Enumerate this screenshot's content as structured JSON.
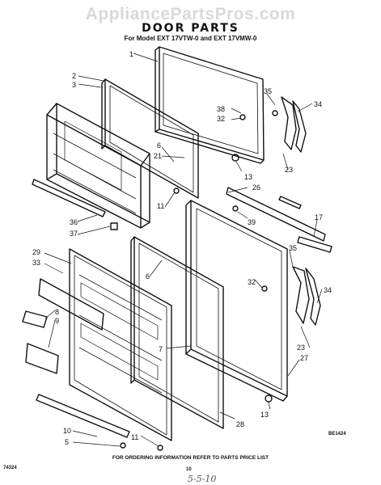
{
  "watermark": "AppliancePartsPros.com",
  "title": "DOOR PARTS",
  "subtitle": "For Model EXT 17VTW-0 and EXT 17VMW-0",
  "footer": "FOR ORDERING INFORMATION REFER TO PARTS PRICE LIST",
  "page_number": "10",
  "code_left": "74324",
  "code_right": "BE1424",
  "handwritten_note": "5-5-10",
  "callouts": {
    "c1": "1",
    "c2": "2",
    "c3": "3",
    "c35a": "35",
    "c34a": "34",
    "c38": "38",
    "c32a": "32",
    "c6a": "6",
    "c21": "21",
    "c23a": "23",
    "c13a": "13",
    "c11a": "11",
    "c26": "26",
    "c39": "39",
    "c17": "17",
    "c36": "36",
    "c37": "37",
    "c29": "29",
    "c33": "33",
    "c35b": "35",
    "c6b": "6",
    "c32b": "32",
    "c34b": "34",
    "c8": "8",
    "c9": "9",
    "c23b": "23",
    "c27": "27",
    "c7": "7",
    "c13b": "13",
    "c28": "28",
    "c10": "10",
    "c5": "5",
    "c11b": "11"
  }
}
